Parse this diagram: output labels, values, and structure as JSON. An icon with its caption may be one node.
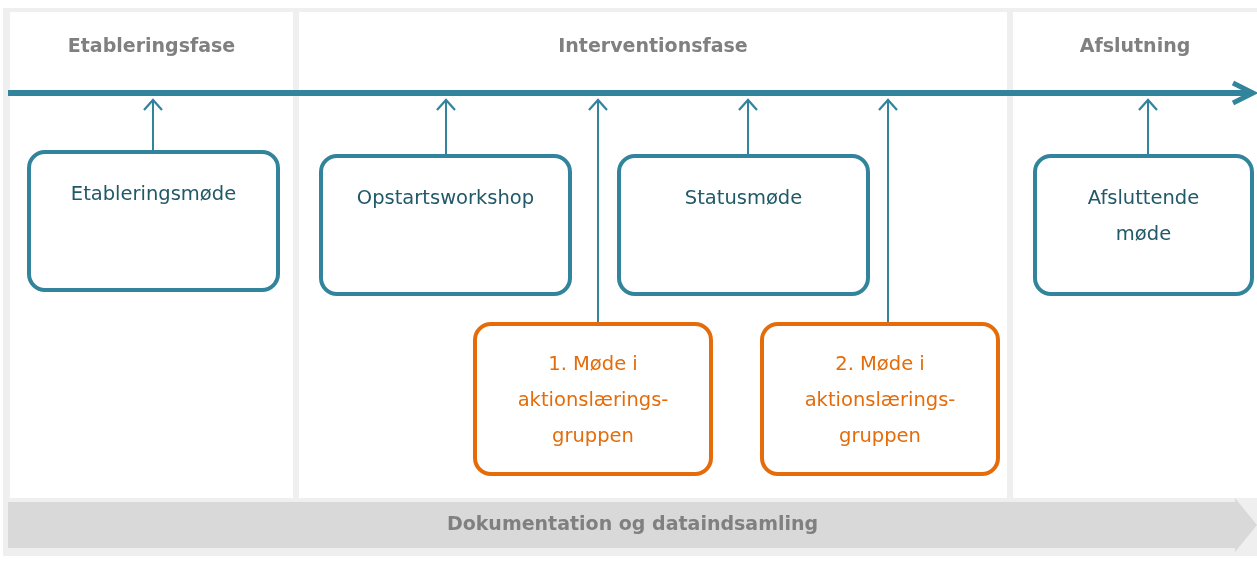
{
  "diagram": {
    "nodes": [
      {
        "text": [
          "Etableringsfase"
        ]
      },
      {
        "text": [
          "Interventionsfase"
        ]
      },
      {
        "text": [
          "Afslutning"
        ]
      },
      {
        "text": [],
        "shape": "arrow"
      },
      {
        "text": [
          "Etableringsmøde"
        ],
        "in": 0
      },
      {
        "text": [
          "Opstartsworkshop"
        ],
        "in": 1
      },
      {
        "text": [
          "Statusmøde"
        ],
        "in": 1
      },
      {
        "text": [
          "1. Møde i aktionslærings-gruppen"
        ],
        "in": 1
      },
      {
        "text": [
          "2. Møde i aktionslærings-gruppen"
        ],
        "in": 1
      },
      {
        "text": [
          "Afsluttende møde"
        ],
        "in": 2
      },
      {
        "text": [
          "Dokumentation og dataindsamling"
        ]
      }
    ],
    "edges": [
      {
        "from": 4,
        "to": 3,
        "arrow": "to"
      },
      {
        "from": 5,
        "to": 3,
        "arrow": "to"
      },
      {
        "from": 7,
        "to": 3,
        "arrow": "to"
      },
      {
        "from": 6,
        "to": 3,
        "arrow": "to"
      },
      {
        "from": 8,
        "to": 3,
        "arrow": "to"
      },
      {
        "from": 9,
        "to": 3,
        "arrow": "to"
      }
    ]
  }
}
